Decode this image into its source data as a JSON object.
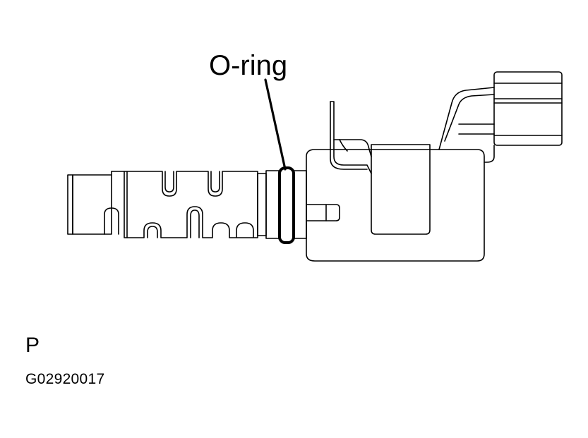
{
  "diagram": {
    "callout_label": "O-ring",
    "view_letter": "P",
    "figure_code": "G02920017"
  },
  "colors": {
    "line": "#000000",
    "background": "#ffffff"
  }
}
